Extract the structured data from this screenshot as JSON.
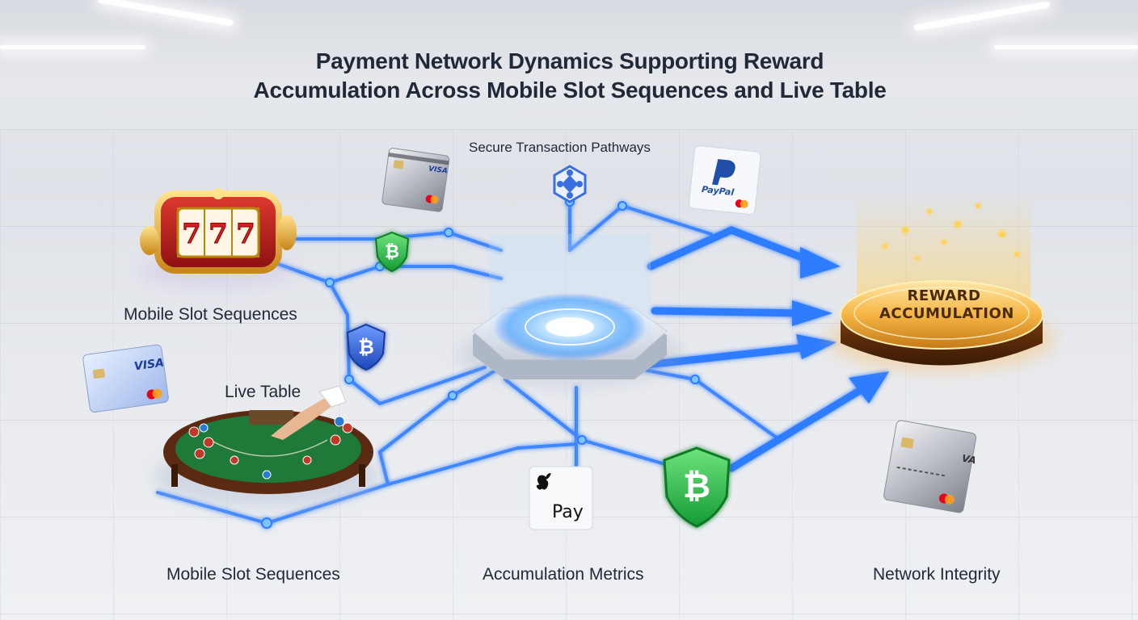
{
  "title": {
    "line1": "Payment Network Dynamics Supporting Reward",
    "line2": "Accumulation Across Mobile Slot Sequences and Live Table"
  },
  "labels": {
    "secure_pathways": "Secure Transaction Pathways",
    "mobile_slot_top": "Mobile Slot Sequences",
    "live_table": "Live Table",
    "mobile_slot_bottom": "Mobile Slot Sequences",
    "accumulation_metrics": "Accumulation Metrics",
    "network_integrity": "Network Integrity"
  },
  "reward": {
    "line1": "REWARD",
    "line2": "ACCUMULATION"
  },
  "cards": {
    "visa_left": "VISA",
    "visa_top": "VISA",
    "card_right": "VA",
    "paypal": "PayPal",
    "apple_pay": "Pay"
  },
  "slot_reels": [
    "7",
    "7",
    "7"
  ],
  "colors": {
    "network_blue": "#2f7bff",
    "shield_green": "#22b14c",
    "shield_blue": "#2a5bd7",
    "gold": "#f5b544",
    "table_green": "#1f7a3a"
  },
  "icons": [
    "slot-machine-icon",
    "gaming-table-icon",
    "bitcoin-shield-icon",
    "hexagon-node-icon",
    "credit-card-icon",
    "paypal-card-icon",
    "apple-pay-card-icon",
    "reward-platform-icon"
  ]
}
